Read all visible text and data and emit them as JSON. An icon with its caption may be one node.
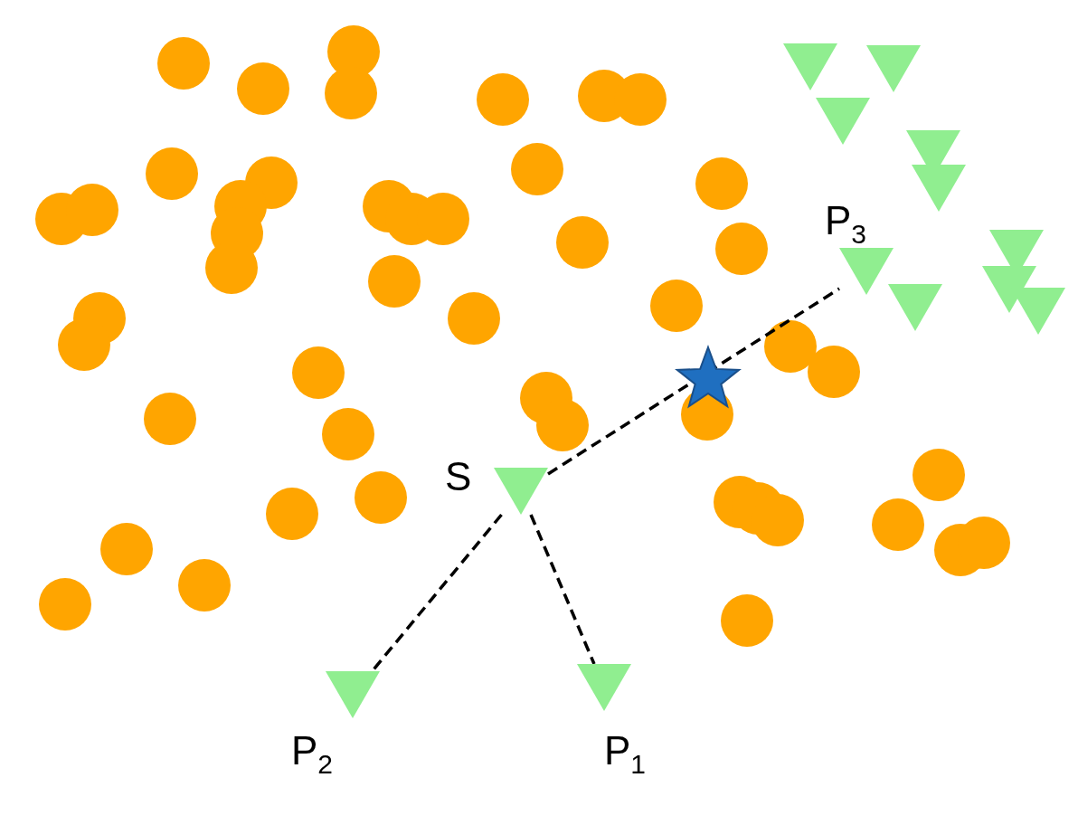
{
  "diagram": {
    "nodes": [
      {
        "text": [
          "P$_{3}$"
        ]
      },
      {
        "text": [
          "S"
        ]
      },
      {
        "text": [
          "P$_{2}$"
        ]
      },
      {
        "text": [
          "P$_{1}$"
        ]
      },
      {
        "text": [],
        "shape": "triangle"
      },
      {
        "text": [],
        "shape": "triangle"
      },
      {
        "text": [],
        "shape": "triangle"
      },
      {
        "text": [],
        "shape": "triangle"
      },
      {
        "text": [],
        "shape": "triangle"
      },
      {
        "text": [],
        "shape": "triangle"
      },
      {
        "text": [],
        "shape": "triangle"
      },
      {
        "text": [],
        "shape": "triangle"
      },
      {
        "text": [],
        "shape": "triangle"
      }
    ],
    "edges": [
      {
        "from": 1,
        "to": 0,
        "arrow": "none",
        "style": "dashed"
      },
      {
        "from": 1,
        "to": 2,
        "arrow": "none",
        "style": "dashed"
      },
      {
        "from": 1,
        "to": 3,
        "arrow": "none",
        "style": "dashed"
      }
    ]
  }
}
